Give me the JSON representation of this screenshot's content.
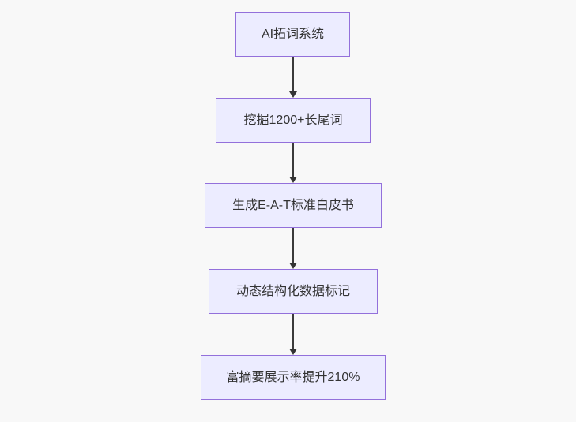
{
  "diagram": {
    "type": "flowchart",
    "direction": "top-down",
    "nodes": [
      {
        "id": "node-1",
        "label": "AI拓词系统"
      },
      {
        "id": "node-2",
        "label": "挖掘1200+长尾词"
      },
      {
        "id": "node-3",
        "label": "生成E-A-T标准白皮书"
      },
      {
        "id": "node-4",
        "label": "动态结构化数据标记"
      },
      {
        "id": "node-5",
        "label": "富摘要展示率提升210%"
      }
    ],
    "edges": [
      {
        "from": "node-1",
        "to": "node-2",
        "style": "arrow-down"
      },
      {
        "from": "node-2",
        "to": "node-3",
        "style": "arrow-down"
      },
      {
        "from": "node-3",
        "to": "node-4",
        "style": "arrow-down"
      },
      {
        "from": "node-4",
        "to": "node-5",
        "style": "arrow-down"
      }
    ],
    "colors": {
      "node_fill": "#ECECFF",
      "node_border": "#9370DB",
      "node_text": "#333333",
      "edge": "#333333",
      "background": "#f8f8f8"
    }
  }
}
